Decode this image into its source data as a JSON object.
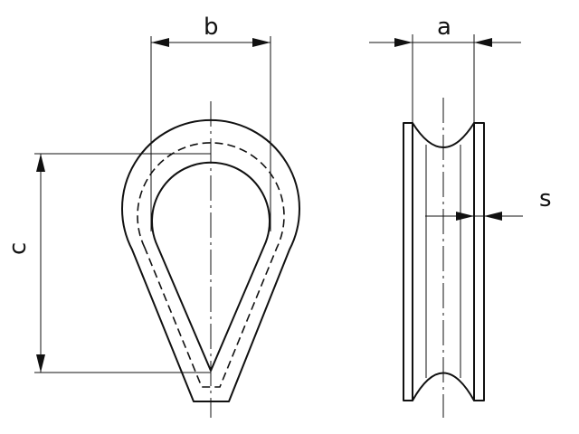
{
  "labels": {
    "b": "b",
    "a": "a",
    "c": "c",
    "s": "s"
  },
  "colors": {
    "line": "#111111",
    "background": "#ffffff"
  }
}
